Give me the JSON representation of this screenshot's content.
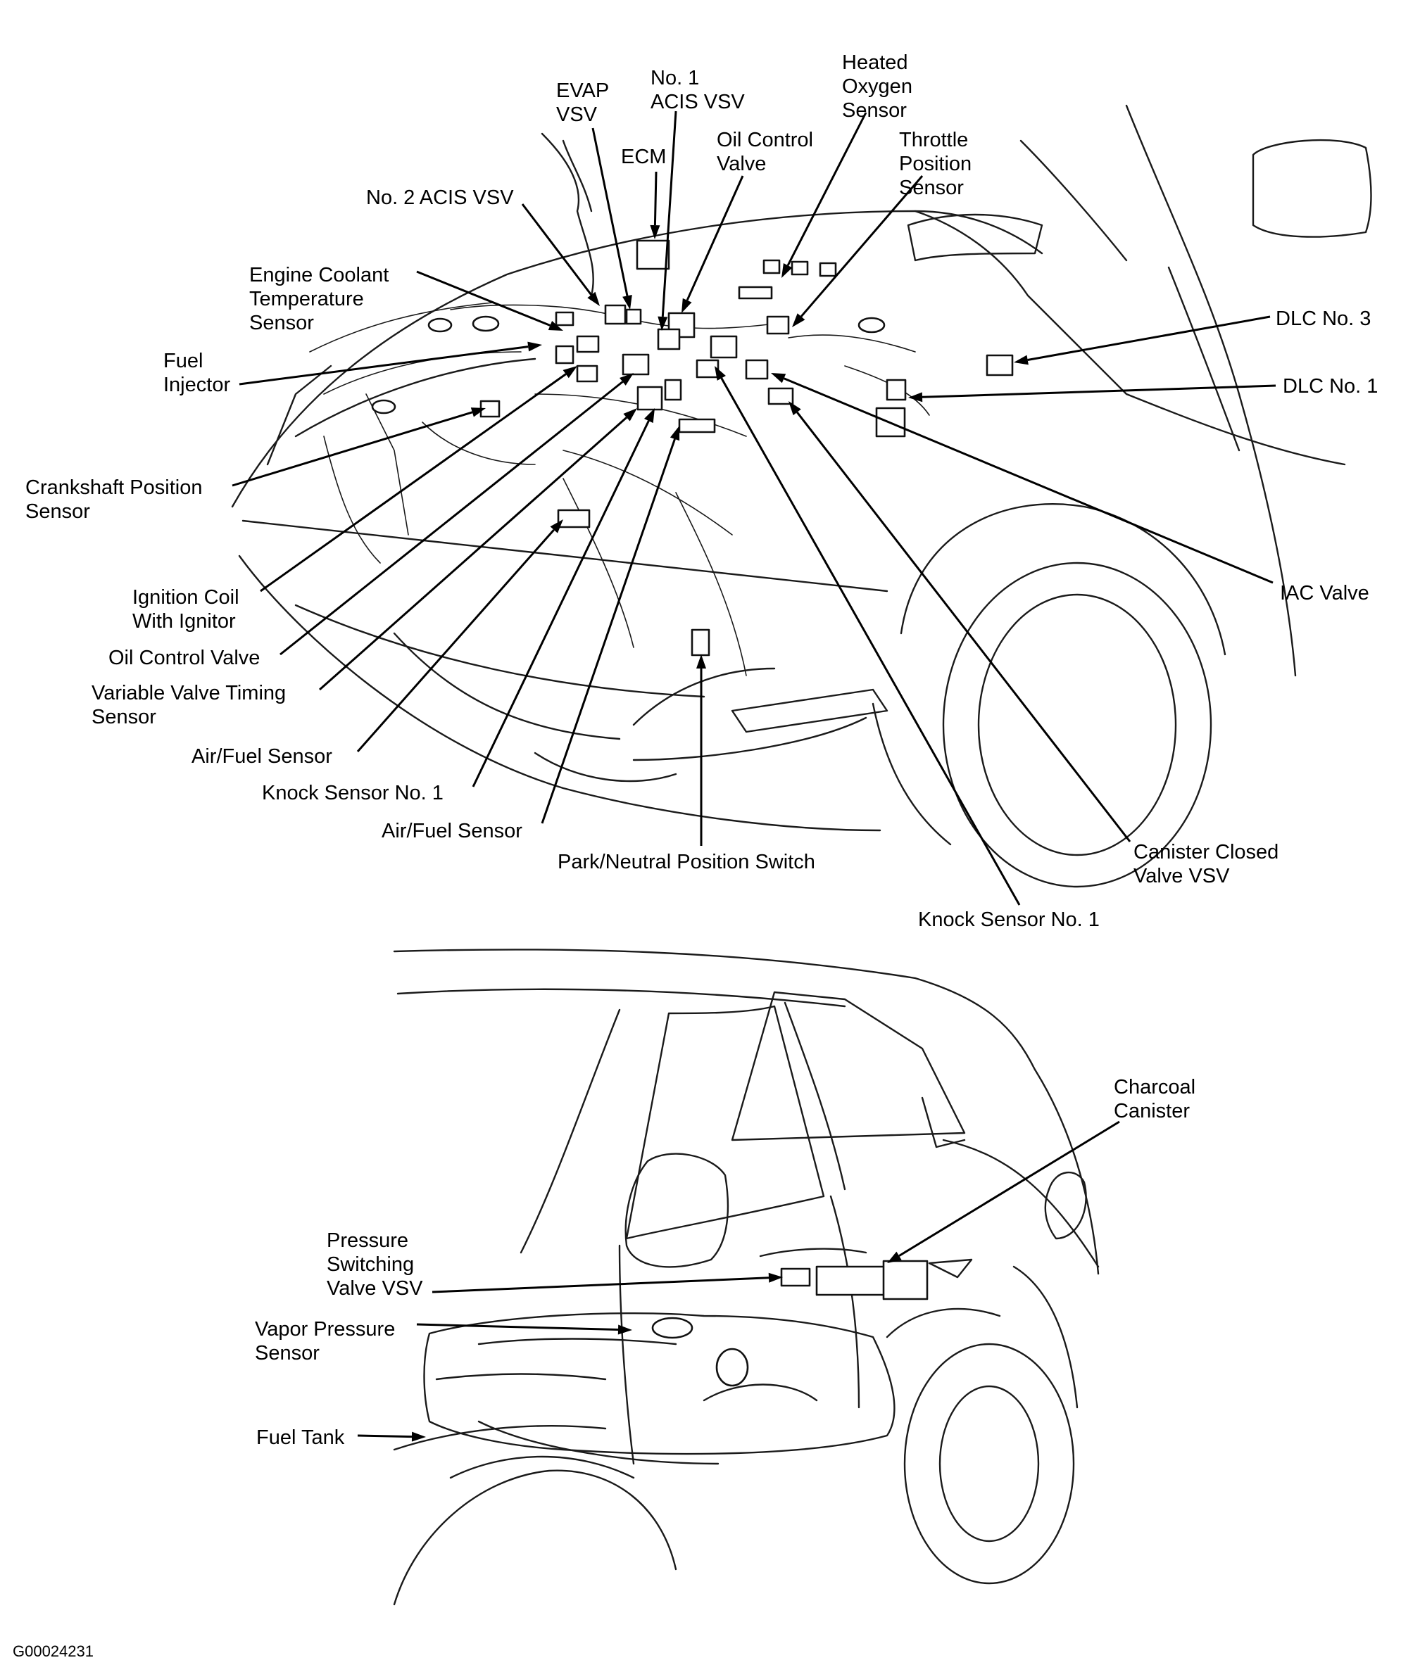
{
  "labels": {
    "evap_vsv": "EVAP\nVSV",
    "no1_acis_vsv": "No. 1\nACIS VSV",
    "heated_oxygen_sensor": "Heated\nOxygen\nSensor",
    "ecm": "ECM",
    "oil_control_valve_top": "Oil Control\nValve",
    "throttle_position_sensor": "Throttle\nPosition\nSensor",
    "no2_acis_vsv": "No. 2 ACIS VSV",
    "engine_coolant_temp_sensor": "Engine Coolant\nTemperature\nSensor",
    "dlc3": "DLC No. 3",
    "fuel_injector": "Fuel\nInjector",
    "dlc1": "DLC No. 1",
    "crankshaft_position_sensor": "Crankshaft Position\nSensor",
    "iac_valve": "IAC Valve",
    "ignition_coil": "Ignition Coil\nWith Ignitor",
    "oil_control_valve": "Oil Control Valve",
    "vvt_sensor": "Variable Valve Timing\nSensor",
    "air_fuel_sensor_1": "Air/Fuel Sensor",
    "knock_sensor_left": "Knock Sensor No. 1",
    "air_fuel_sensor_2": "Air/Fuel Sensor",
    "park_neutral_switch": "Park/Neutral Position Switch",
    "canister_closed_valve": "Canister Closed\nValve VSV",
    "knock_sensor_right": "Knock Sensor No. 1",
    "charcoal_canister": "Charcoal\nCanister",
    "pressure_switching_valve": "Pressure\nSwitching\nValve VSV",
    "vapor_pressure_sensor": "Vapor Pressure\nSensor",
    "fuel_tank": "Fuel Tank"
  },
  "figure_code": "G00024231"
}
